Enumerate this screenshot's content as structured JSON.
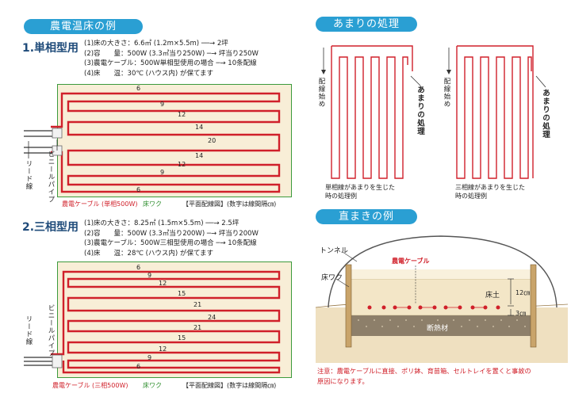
{
  "headers": {
    "main": "農電温床の例",
    "leftover": "あまりの処理",
    "direct": "直まきの例"
  },
  "single": {
    "title": "1.単相型用",
    "specs": [
      "(1)床の大きさ：6.6㎡ (1.2m×5.5m) ──→ 2坪",
      "(2)容　　量：500W (3.3㎡当り250W) ─→ 坪当り250W",
      "(3)農電ケーブル：500W単相型使用の場合 ─→ 10条配線",
      "(4)床　　温：30℃ (ハウス内) が保てます"
    ],
    "spacings": [
      "6",
      "9",
      "12",
      "14",
      "20",
      "14",
      "12",
      "9",
      "6"
    ],
    "cable_label": "農電ケーブル (単相500W)",
    "frame_label": "床ワク",
    "plan_label": "【平面配線図】(数字は線間隔㎝)",
    "lead_label": "リード線",
    "pipe_label": "ビニールパイプ"
  },
  "three": {
    "title": "2.三相型用",
    "specs": [
      "(1)床の大きさ：8.25㎡ (1.5m×5.5m) ──→ 2.5坪",
      "(2)容　　量：500W (3.3㎡当り200W) ─→ 坪当り200W",
      "(3)農電ケーブル：500W三相型使用の場合 ─→ 10条配線",
      "(4)床　　温：28℃ (ハウス内) が保てます"
    ],
    "spacings": [
      "6",
      "9",
      "12",
      "15",
      "21",
      "24",
      "21",
      "15",
      "12",
      "9",
      "6"
    ],
    "cable_label": "農電ケーブル (三相500W)",
    "frame_label": "床ワク",
    "plan_label": "【平面配線図】(数字は線間隔㎝)",
    "lead_label": "リード線",
    "pipe_label": "ビニールパイプ"
  },
  "leftover": {
    "start_label": "配線始め",
    "remainder_label": "あまりの処理",
    "single_caption": [
      "単相線があまりを生じた",
      "時の処理例"
    ],
    "three_caption": [
      "三相線があまりを生じた",
      "時の処理例"
    ]
  },
  "direct": {
    "tunnel": "トンネル",
    "frame": "床ワク",
    "cable": "農電ケーブル",
    "soil": "床土",
    "depth1": "12㎝",
    "depth2": "3㎝",
    "insulation": "断熱材",
    "note": [
      "注意：農電ケーブルに直接、ポリ鉢、育苗箱、セルトレイを置くと事故の",
      "原因になります。"
    ]
  },
  "colors": {
    "header_bg": "#2a9fd3",
    "cable": "#d0202a",
    "frame": "#3c9a3c",
    "bed": "#f8eed7"
  }
}
